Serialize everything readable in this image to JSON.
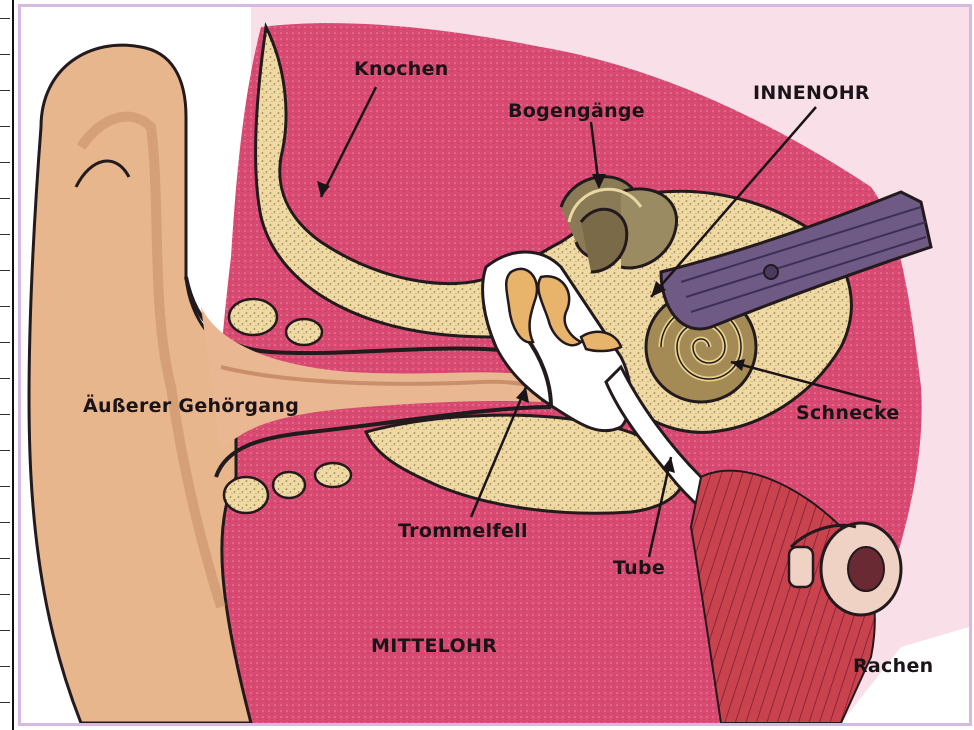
{
  "labels": {
    "knochen": "Knochen",
    "bogengaenge": "Bogengänge",
    "innenohr": "INNENOHR",
    "aeusserer_gehoergang": "Äußerer Gehörgang",
    "schnecke": "Schnecke",
    "trommelfell": "Trommelfell",
    "tube": "Tube",
    "mittelohr": "MITTELOHR",
    "rachen": "Rachen"
  },
  "colors": {
    "skin": "#e9bf95",
    "skin_shadow": "#c98f6a",
    "flesh": "#d94a72",
    "flesh_light": "#ee7fa2",
    "bone": "#eed9a3",
    "nerve": "#6f5a86",
    "canal_air": "#ffffff",
    "outline": "#231a1e"
  }
}
